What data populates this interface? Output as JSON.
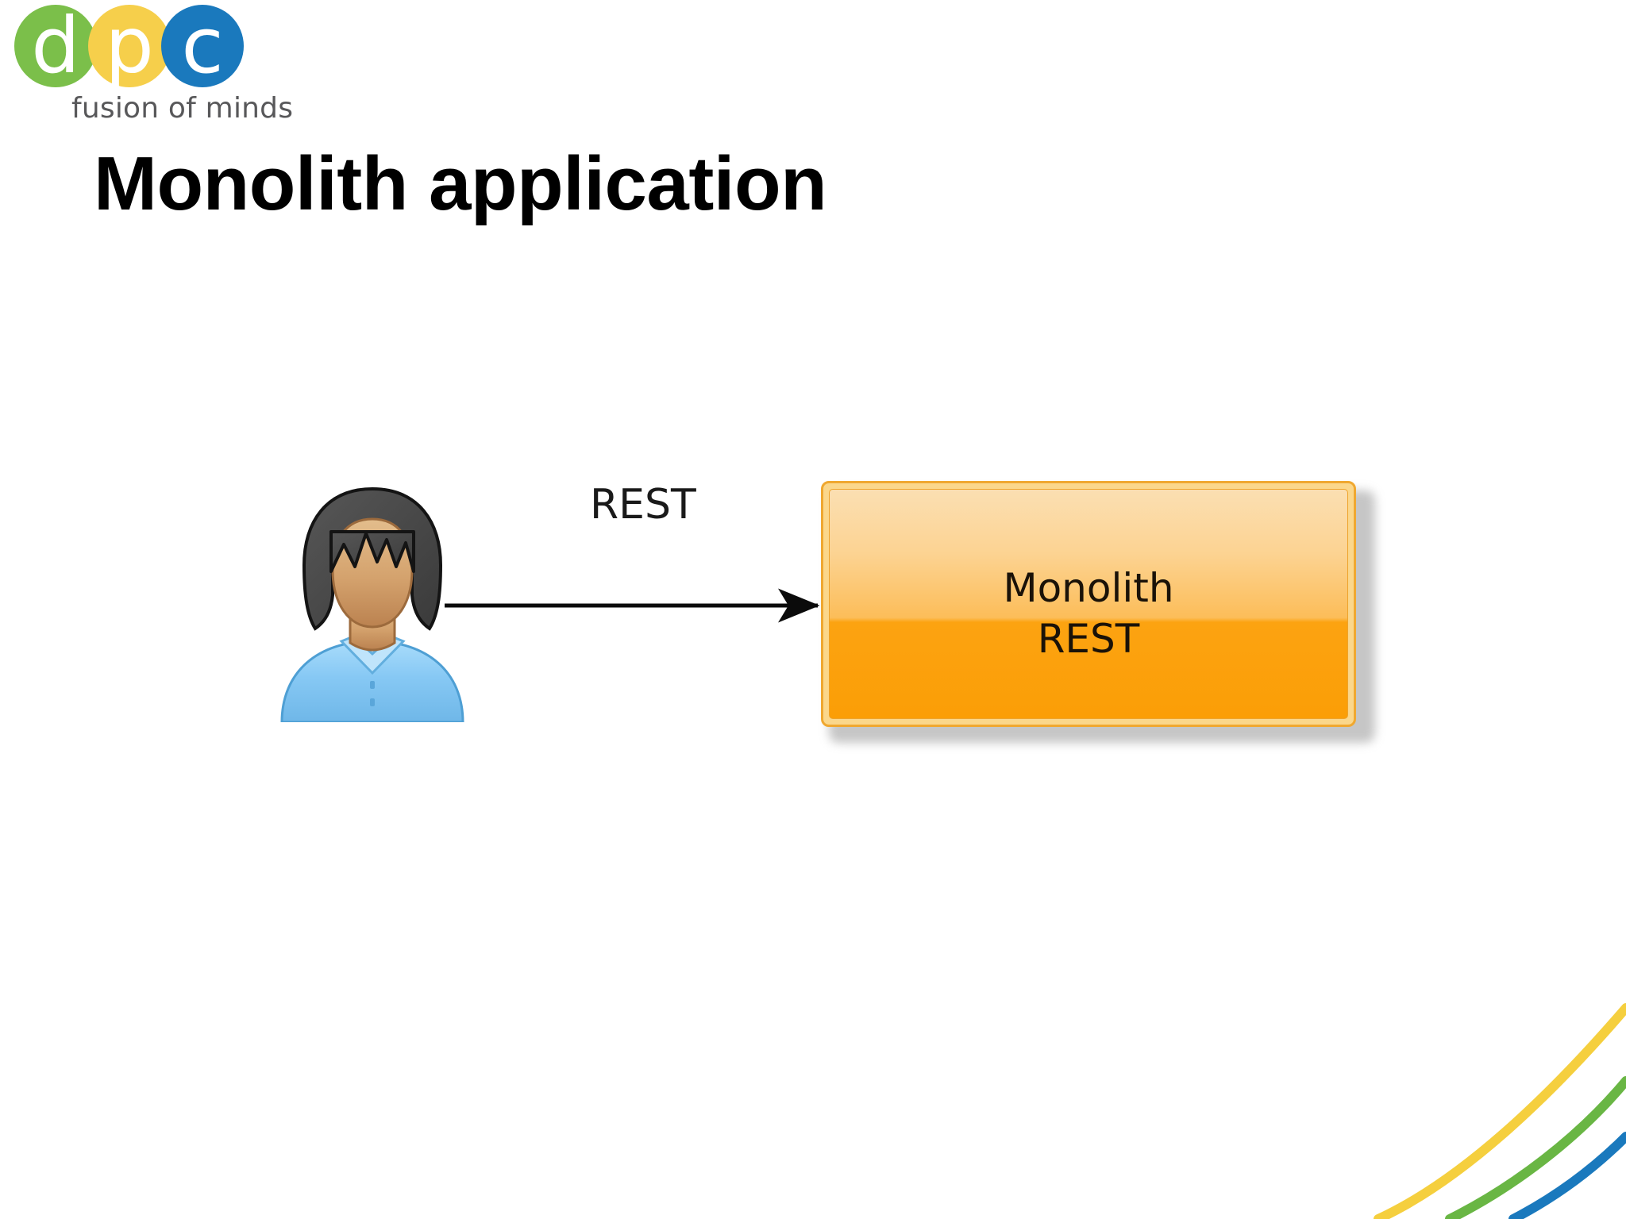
{
  "slide": {
    "background_color": "#ffffff",
    "title": "Monolith application"
  },
  "logo": {
    "name": "dpc",
    "letters": [
      {
        "char": "d",
        "color": "#7bbf4a"
      },
      {
        "char": "p",
        "color": "#f6cf4b"
      },
      {
        "char": "c",
        "color": "#1a79bd"
      }
    ],
    "tagline": "fusion of minds",
    "tagline_color": "#58585a"
  },
  "diagram": {
    "actor": {
      "icon": "user-person-icon",
      "hair_color": "#4a4a4a",
      "skin_color": "#d7a873",
      "shirt_color": "#7fc3f0"
    },
    "connection": {
      "label": "REST",
      "arrow": "arrow-right",
      "color": "#1a1a1a"
    },
    "node": {
      "title": "Monolith",
      "subtitle": "REST",
      "fill_top": "#fbdfb2",
      "fill_bottom": "#fb9e06",
      "border_color": "#f0a830",
      "text_color": "#1a1208"
    }
  },
  "decoration": {
    "corner_ribbon": {
      "name": "corner-ribbon",
      "curves": [
        {
          "color": "#f5cf3e",
          "label": "yellow-arc"
        },
        {
          "color": "#69b644",
          "label": "green-arc"
        },
        {
          "color": "#1a79bd",
          "label": "blue-arc"
        }
      ]
    }
  }
}
